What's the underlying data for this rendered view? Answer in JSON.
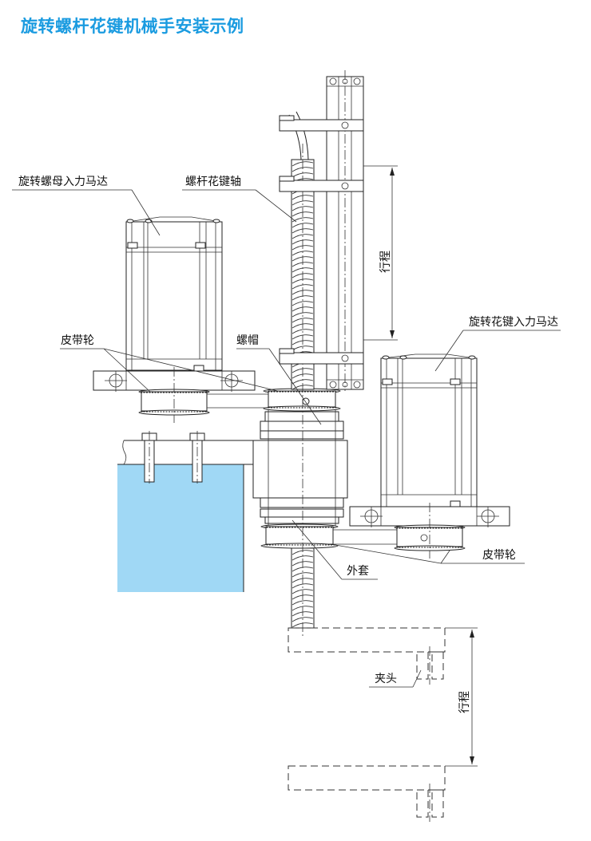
{
  "title": "旋转螺杆花键机械手安装示例",
  "colors": {
    "title": "#1a9be0",
    "base_fill": "#a0d8f5",
    "line": "#222222"
  },
  "labels": {
    "nut_motor": "旋转螺母入力马达",
    "screw_spline_shaft": "螺杆花键轴",
    "stroke_upper": "行程",
    "spline_motor": "旋转花键入力马达",
    "pulley_left": "皮带轮",
    "nut": "螺帽",
    "housing": "外套",
    "pulley_right": "皮带轮",
    "gripper": "夹头",
    "stroke_lower": "行程"
  }
}
